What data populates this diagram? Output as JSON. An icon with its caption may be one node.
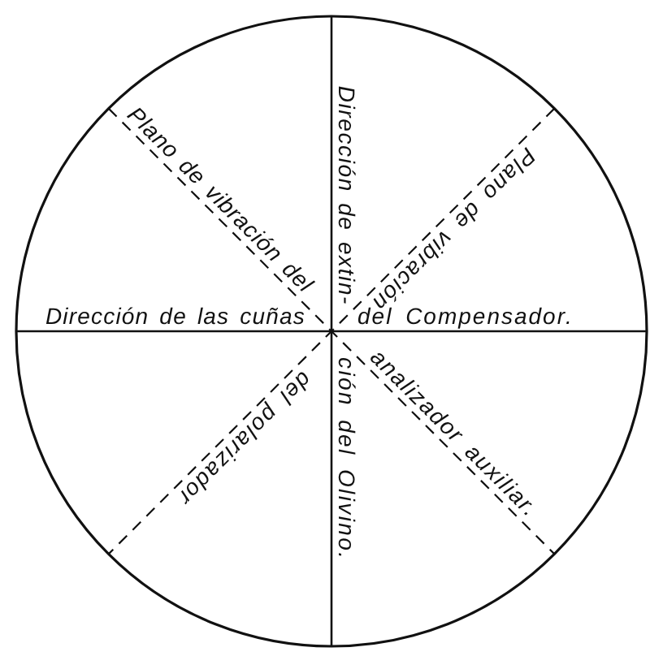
{
  "diagram": {
    "labels": [
      "Plano de vibración del",
      "Dirección de extin-",
      "Plano de vibración",
      "Dirección de las cuñas",
      "del Compensador.",
      "del polarizador",
      "ción del Olivino.",
      "analizador auxiliar."
    ]
  }
}
